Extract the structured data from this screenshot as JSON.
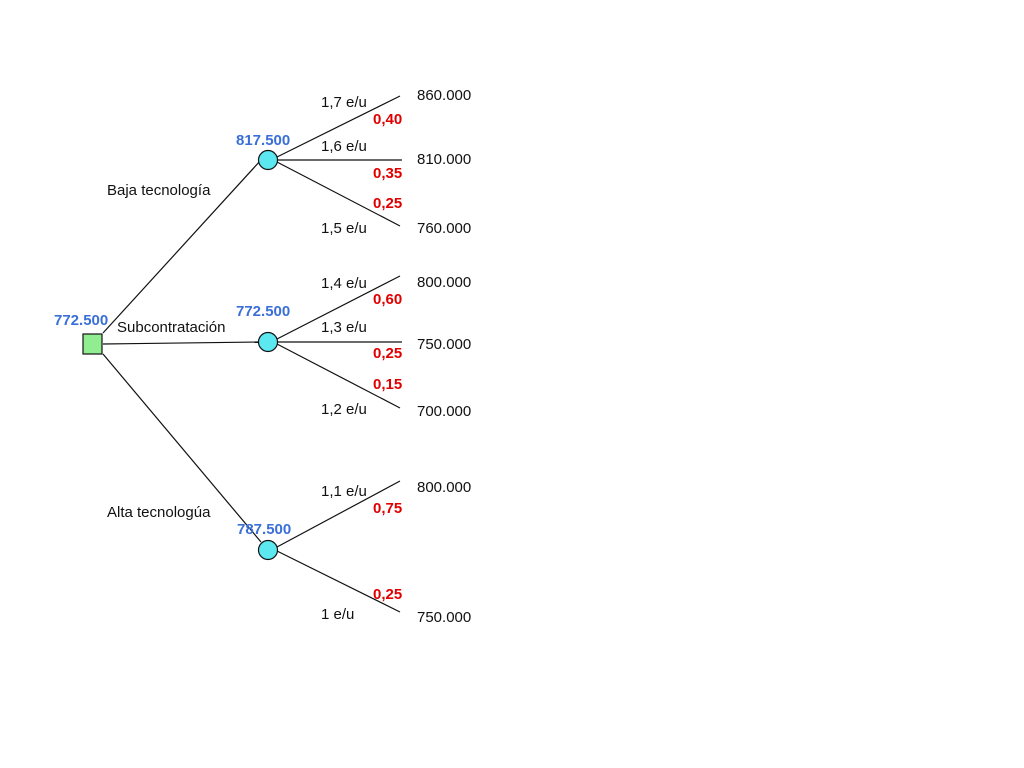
{
  "root": {
    "value": "772.500",
    "fill": "#90EE90"
  },
  "colors": {
    "value": "#3A6FD8",
    "probability": "#E00000",
    "chance_node": "#5CE8F0"
  },
  "branches": [
    {
      "label": "Baja tecnología",
      "value": "817.500",
      "outcomes": [
        {
          "label": "1,7 e/u",
          "probability": "0,40",
          "payoff": "860.000"
        },
        {
          "label": "1,6 e/u",
          "probability": "0,35",
          "payoff": "810.000"
        },
        {
          "label": "1,5 e/u",
          "probability": "0,25",
          "payoff": "760.000"
        }
      ]
    },
    {
      "label": "Subcontratación",
      "value": "772.500",
      "outcomes": [
        {
          "label": "1,4 e/u",
          "probability": "0,60",
          "payoff": "800.000"
        },
        {
          "label": "1,3 e/u",
          "probability": "0,25",
          "payoff": "750.000"
        },
        {
          "label": "1,2 e/u",
          "probability": "0,15",
          "payoff": "700.000"
        }
      ]
    },
    {
      "label": "Alta tecnologúa",
      "value": "787.500",
      "outcomes": [
        {
          "label": "1,1 e/u",
          "probability": "0,75",
          "payoff": "800.000"
        },
        {
          "label": "1 e/u",
          "probability": "0,25",
          "payoff": "750.000"
        }
      ]
    }
  ]
}
